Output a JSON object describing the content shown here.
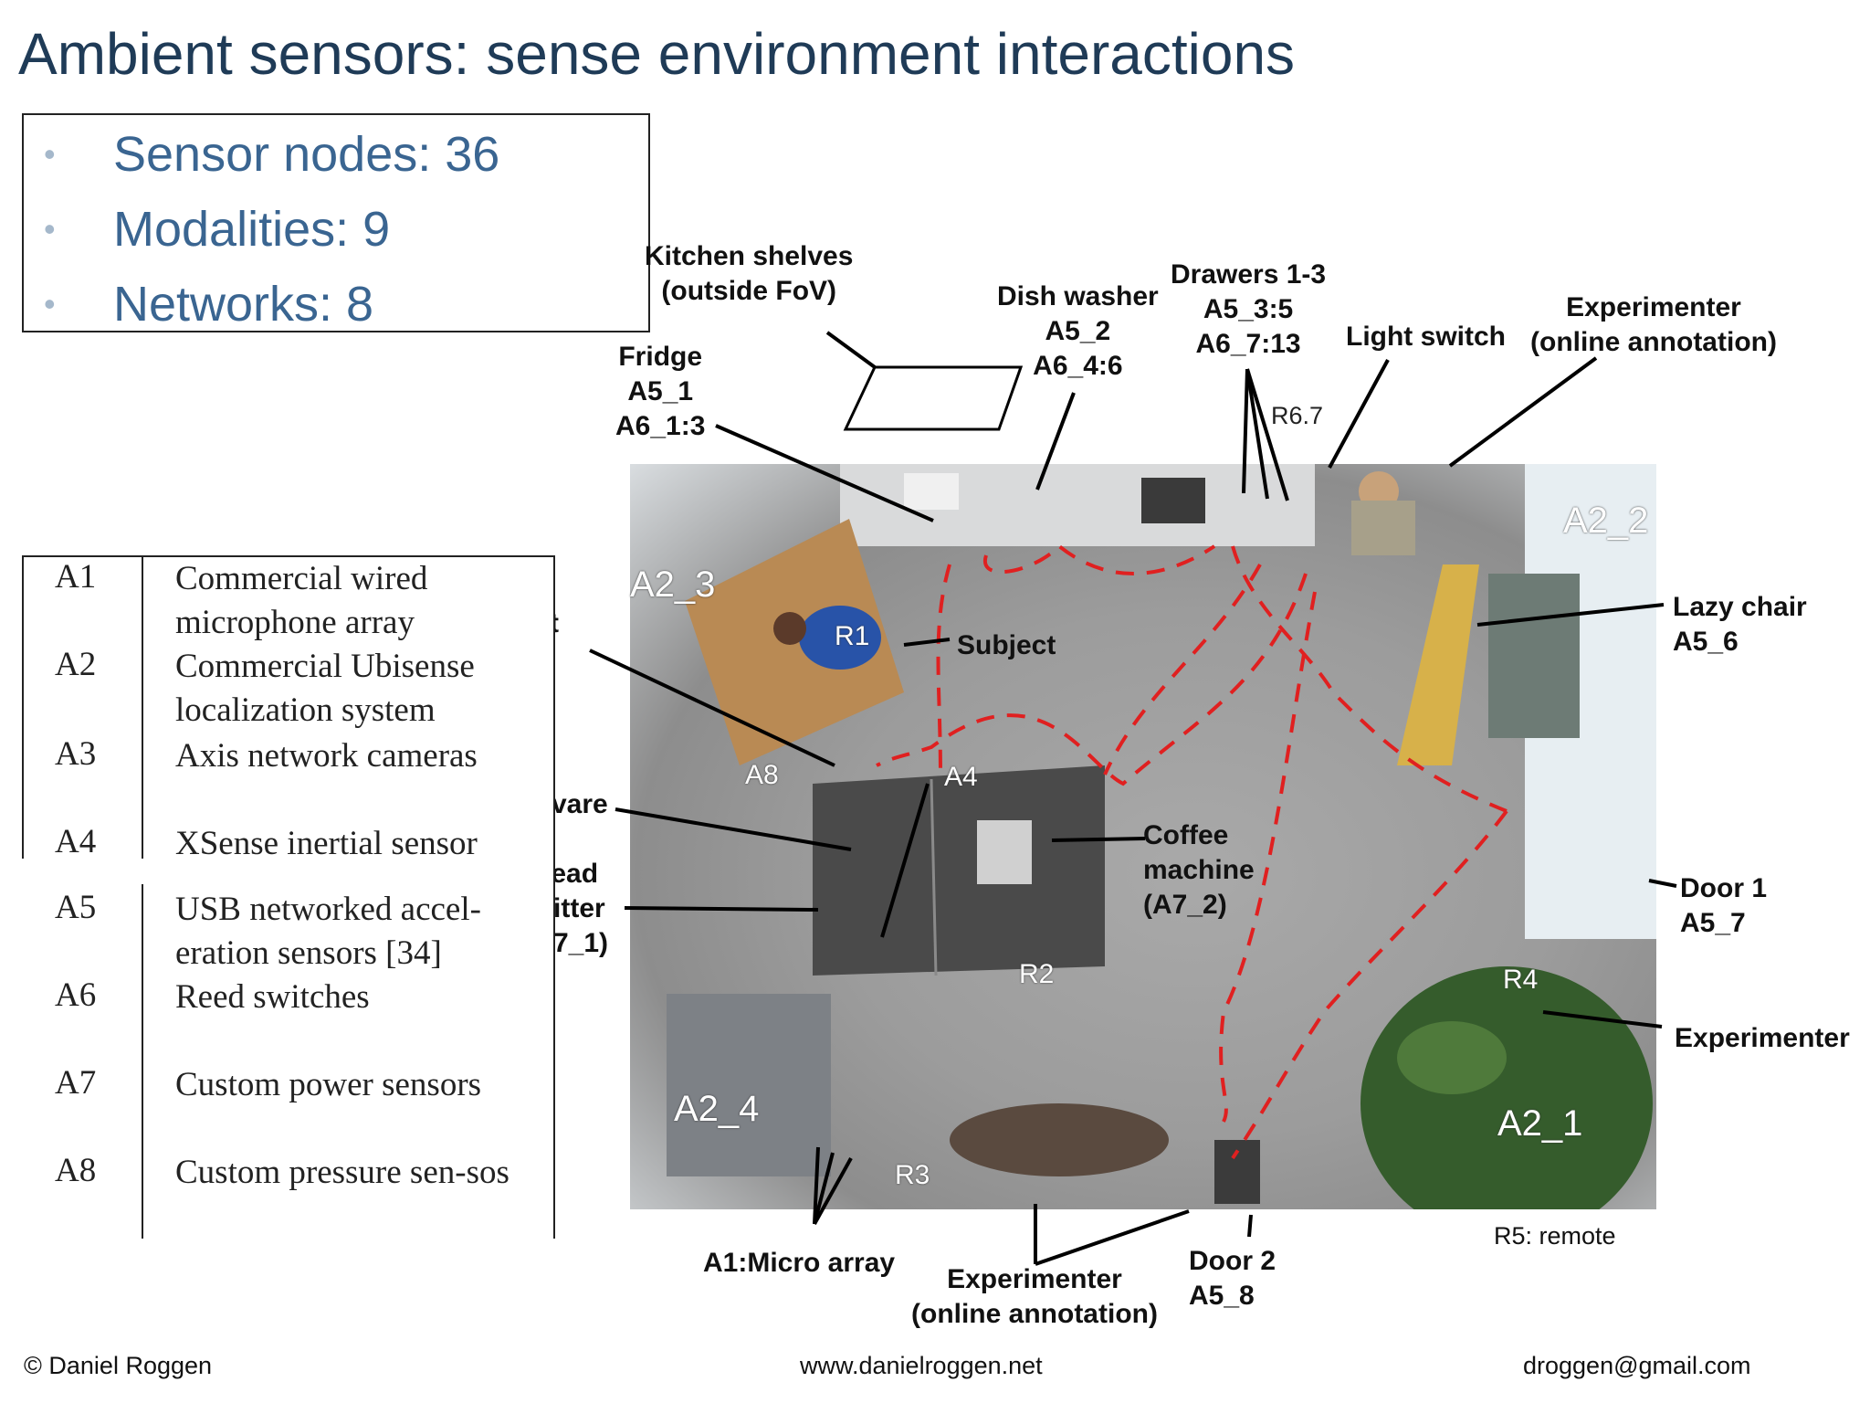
{
  "slide": {
    "title": "Ambient sensors: sense environment interactions",
    "bullets": [
      "Sensor nodes: 36",
      "Modalities: 9",
      "Networks: 8"
    ]
  },
  "legend": [
    {
      "code": "A1",
      "desc": "Commercial wired microphone array"
    },
    {
      "code": "A2",
      "desc": "Commercial Ubisense localization system"
    },
    {
      "code": "A3",
      "desc": "Axis network cameras"
    },
    {
      "code": "A4",
      "desc": "XSense inertial sensor"
    },
    {
      "code": "A5",
      "desc": "USB networked accel-eration sensors [34]"
    },
    {
      "code": "A6",
      "desc": "Reed switches"
    },
    {
      "code": "A7",
      "desc": "Custom power sensors"
    },
    {
      "code": "A8",
      "desc": "Custom pressure sen-sos"
    }
  ],
  "annotations": {
    "kitchen_shelves": [
      "Kitchen shelves",
      "(outside FoV)"
    ],
    "fridge": [
      "Fridge",
      "A5_1",
      "A6_1:3"
    ],
    "dish_washer": [
      "Dish washer",
      "A5_2",
      "A6_4:6"
    ],
    "drawers": [
      "Drawers 1-3",
      "A5_3:5",
      "A6_7:13"
    ],
    "light_switch": "Light switch",
    "experimenter_online_top": [
      "Experimenter",
      "(online annotation)"
    ],
    "lazy_chair": [
      "Lazy chair",
      "A5_6"
    ],
    "subject": "Subject",
    "coffee_machine": [
      "Coffee",
      "machine",
      "(A7_2)"
    ],
    "door1": [
      "Door 1",
      "A5_7"
    ],
    "experimenter_right": "Experimenter",
    "door2": [
      "Door 2",
      "A5_8"
    ],
    "experimenter_online_bottom": [
      "Experimenter",
      "(online annotation)"
    ],
    "micro_array": "A1:Micro array",
    "r5": "R5: remote",
    "r6_7": "R6.7",
    "partial_t": "t",
    "partial_ware": "vare",
    "partial_bread": [
      "Bread",
      "itter",
      "7_1)"
    ]
  },
  "photo_labels": {
    "a2_2": "A2_2",
    "a2_3": "A2_3",
    "a2_4": "A2_4",
    "a2_1": "A2_1",
    "r1": "R1",
    "a8": "A8",
    "a4": "A4",
    "r2": "R2",
    "r3": "R3",
    "r4": "R4"
  },
  "footer": {
    "copyright": "© Daniel Roggen",
    "website": "www.danielroggen.net",
    "email": "droggen@gmail.com"
  }
}
